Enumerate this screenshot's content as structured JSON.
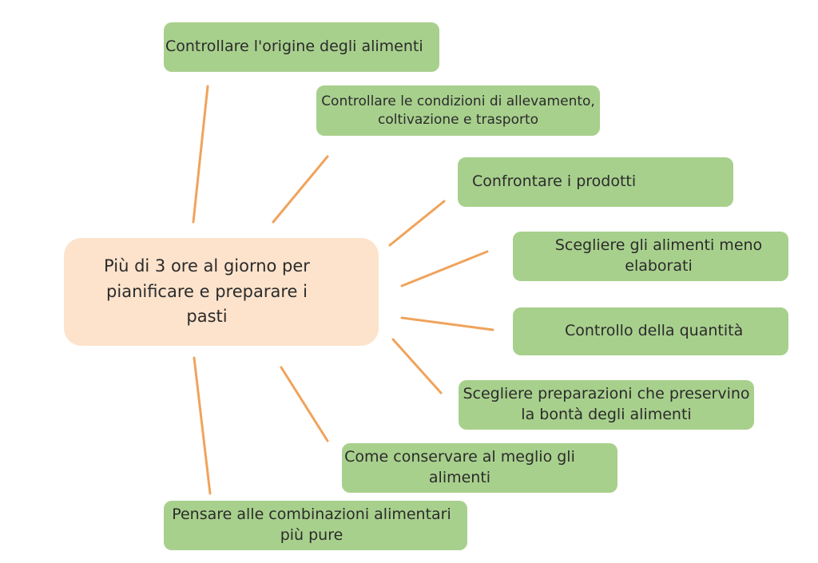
{
  "center": {
    "text": "Più di 3 ore al giorno per pianificare e preparare i pasti"
  },
  "boxes": [
    {
      "text": "Controllare l'origine degli alimenti"
    },
    {
      "text": "Controllare le condizioni di allevamento, coltivazione e trasporto"
    },
    {
      "text": "Confrontare i prodotti"
    },
    {
      "text": "Scegliere  gli alimenti  meno elaborati"
    },
    {
      "text": "Controllo della quantità"
    },
    {
      "text": "Scegliere  preparazioni  che preservino la bontà degli alimenti"
    },
    {
      "text": "Come  conservare al meglio gli alimenti"
    },
    {
      "text": "Pensare alle combinazioni  alimentari più pure"
    }
  ],
  "colors": {
    "box_fill": "#a8d08d",
    "center_fill": "#fde3cc",
    "connector": "#f0a35c"
  }
}
